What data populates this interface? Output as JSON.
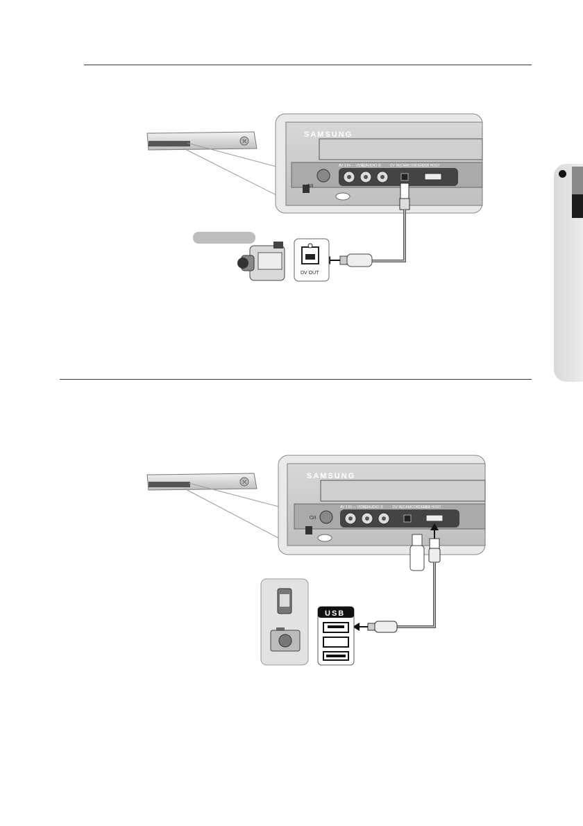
{
  "panel": {
    "brand": "SAMSUNG",
    "power_label": "⏻/I",
    "av3_label": "AV 3 IN — VIDEO",
    "audio_label": "Ⓛ AUDIO Ⓡ",
    "dv_label": "DV IN(CAMCORDER)",
    "usb_host_label": "USB HOST"
  },
  "dv_section": {
    "dv_out_label": "DV OUT"
  },
  "usb_section": {
    "usb_label": "USB"
  }
}
